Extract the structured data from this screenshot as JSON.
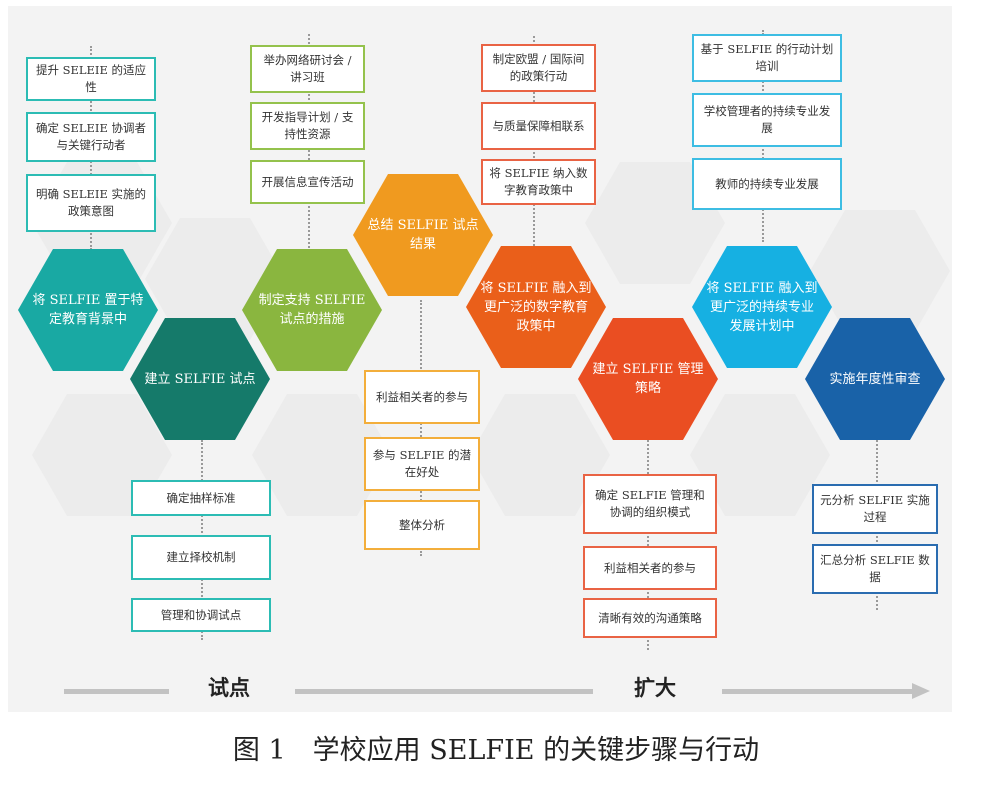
{
  "colors": {
    "teal": "#19a9a3",
    "dark_teal": "#157a6a",
    "olive_green": "#8ab63f",
    "orange": "#f09a1f",
    "dark_orange": "#ea5f1a",
    "red_orange": "#ea4e22",
    "sky_blue": "#16b0e2",
    "navy_blue": "#1962a8",
    "teal_border": "#2cbcb4",
    "green_border": "#94c24c",
    "orange_border": "#f3ae3b",
    "red_border": "#e96344",
    "blue_border": "#3dbde3",
    "navy_border": "#2a6cb0"
  },
  "hexagons": [
    {
      "id": "h1",
      "label": "将 SELFIE 置于特定教育背景中",
      "color": "teal"
    },
    {
      "id": "h2",
      "label": "建立 SELFIE 试点",
      "color": "dark_teal"
    },
    {
      "id": "h3",
      "label": "制定支持 SELFIE 试点的措施",
      "color": "olive_green"
    },
    {
      "id": "h4",
      "label": "总结 SELFIE 试点结果",
      "color": "orange"
    },
    {
      "id": "h5",
      "label": "将 SELFIE 融入到更广泛的数字教育政策中",
      "color": "dark_orange"
    },
    {
      "id": "h6",
      "label": "建立 SELFIE 管理策略",
      "color": "red_orange"
    },
    {
      "id": "h7",
      "label": "将 SELFIE 融入到更广泛的持续专业发展计划中",
      "color": "sky_blue"
    },
    {
      "id": "h8",
      "label": "实施年度性审查",
      "color": "navy_blue"
    }
  ],
  "action_groups": [
    {
      "hex": "h1",
      "border": "teal_border",
      "items": [
        "提升 SELEIE 的适应性",
        "确定 SELEIE 协调者与关键行动者",
        "明确 SELEIE 实施的政策意图"
      ]
    },
    {
      "hex": "h2",
      "border": "teal_border",
      "items": [
        "确定抽样标准",
        "建立择校机制",
        "管理和协调试点"
      ]
    },
    {
      "hex": "h3",
      "border": "green_border",
      "items": [
        "举办网络研讨会 / 讲习班",
        "开发指导计划 / 支持性资源",
        "开展信息宣传活动"
      ]
    },
    {
      "hex": "h4",
      "border": "orange_border",
      "items": [
        "利益相关者的参与",
        "参与 SELFIE 的潜在好处",
        "整体分析"
      ]
    },
    {
      "hex": "h5",
      "border": "red_border",
      "items": [
        "制定欧盟 / 国际间的政策行动",
        "与质量保障相联系",
        "将 SELFIE 纳入数字教育政策中"
      ]
    },
    {
      "hex": "h6",
      "border": "red_border",
      "items": [
        "确定 SELFIE 管理和协调的组织模式",
        "利益相关者的参与",
        "清晰有效的沟通策略"
      ]
    },
    {
      "hex": "h7",
      "border": "blue_border",
      "items": [
        "基于 SELFIE 的行动计划培训",
        "学校管理者的持续专业发展",
        "教师的持续专业发展"
      ]
    },
    {
      "hex": "h8",
      "border": "navy_border",
      "items": [
        "元分析 SELFIE 实施过程",
        "汇总分析 SELFIE 数据"
      ]
    }
  ],
  "phases": {
    "pilot": "试点",
    "scale": "扩大"
  },
  "caption": "图 1　学校应用 SELFIE 的关键步骤与行动"
}
